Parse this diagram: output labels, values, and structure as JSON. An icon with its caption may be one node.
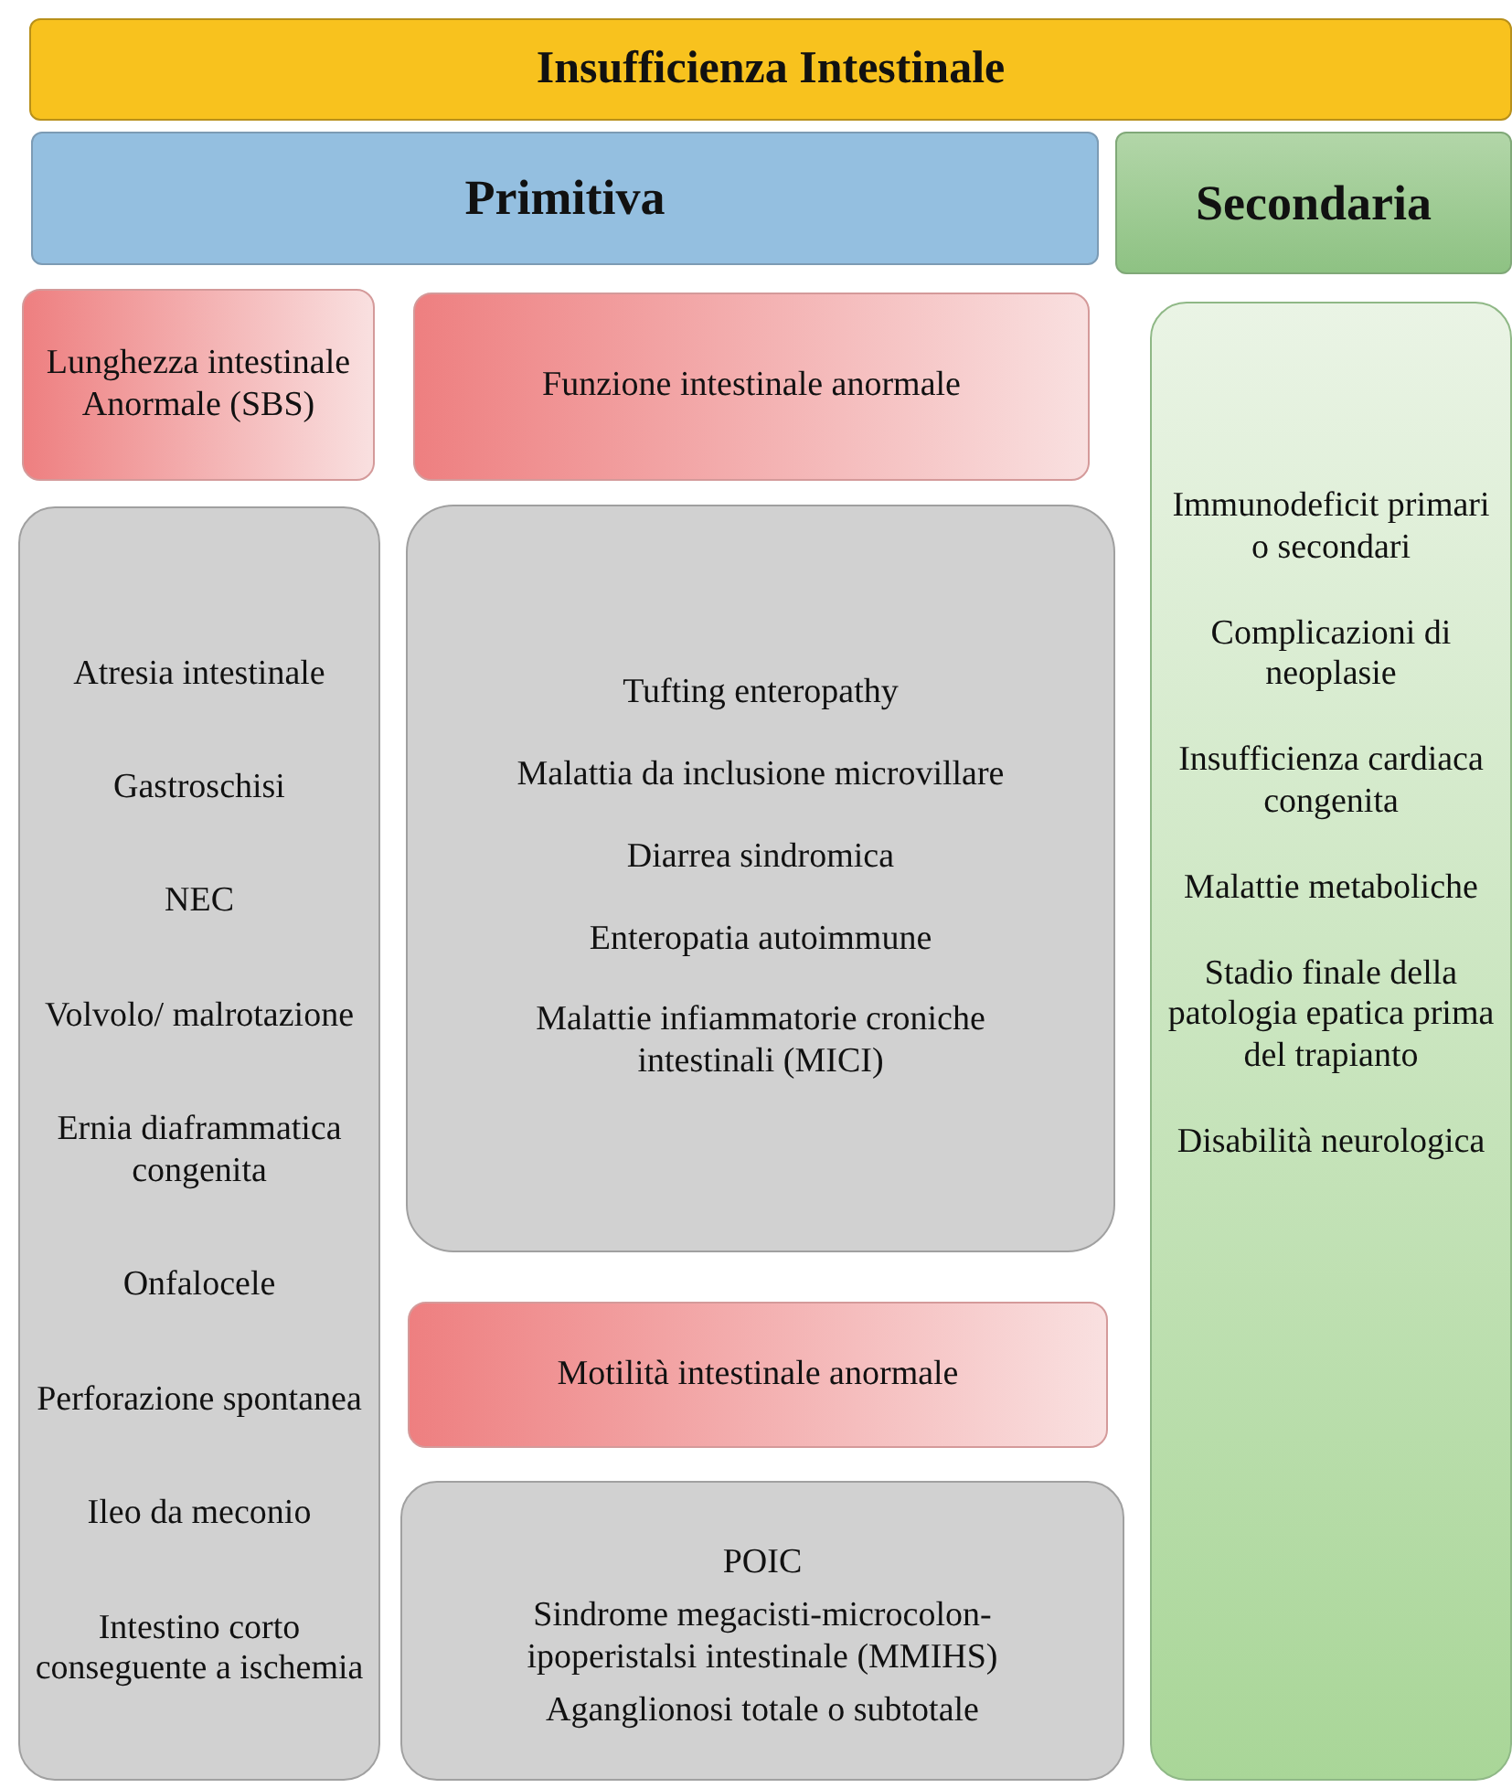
{
  "diagram": {
    "nodes": [
      {
        "text": [
          "Insufficienza Intestinale"
        ]
      },
      {
        "text": [
          "Primitiva"
        ]
      },
      {
        "text": [
          "Secondaria"
        ]
      },
      {
        "text": [
          "Lunghezza intestinale Anormale (SBS)"
        ]
      },
      {
        "text": [
          "Funzione intestinale anormale"
        ]
      },
      {
        "text": [
          "Atresia intestinale",
          "Gastroschisi",
          "NEC",
          "Volvolo/ malrotazione",
          "Ernia diaframmatica congenita",
          "Onfalocele",
          "Perforazione spontanea",
          "Ileo da meconio",
          "Intestino corto conseguente a ischemia"
        ]
      },
      {
        "text": [
          "Tufting enteropathy",
          "Malattia da inclusione microvillare",
          "Diarrea sindromica",
          "Enteropatia autoimmune",
          "Malattie infiammatorie croniche intestinali (MICI)"
        ]
      },
      {
        "text": [
          "Motilità intestinale anormale"
        ]
      },
      {
        "text": [
          "POIC",
          "Sindrome megacisti-microcolon-ipoperistalsi intestinale (MMIHS)",
          "Aganglionosi totale o subtotale"
        ]
      },
      {
        "text": [
          "Immunodeficit primari o secondari",
          "Complicazioni di neoplasie",
          "Insufficienza cardiaca congenita",
          "Malattie metaboliche",
          "Stadio finale della patologia epatica prima del trapianto",
          "Disabilità neurologica"
        ]
      }
    ]
  }
}
